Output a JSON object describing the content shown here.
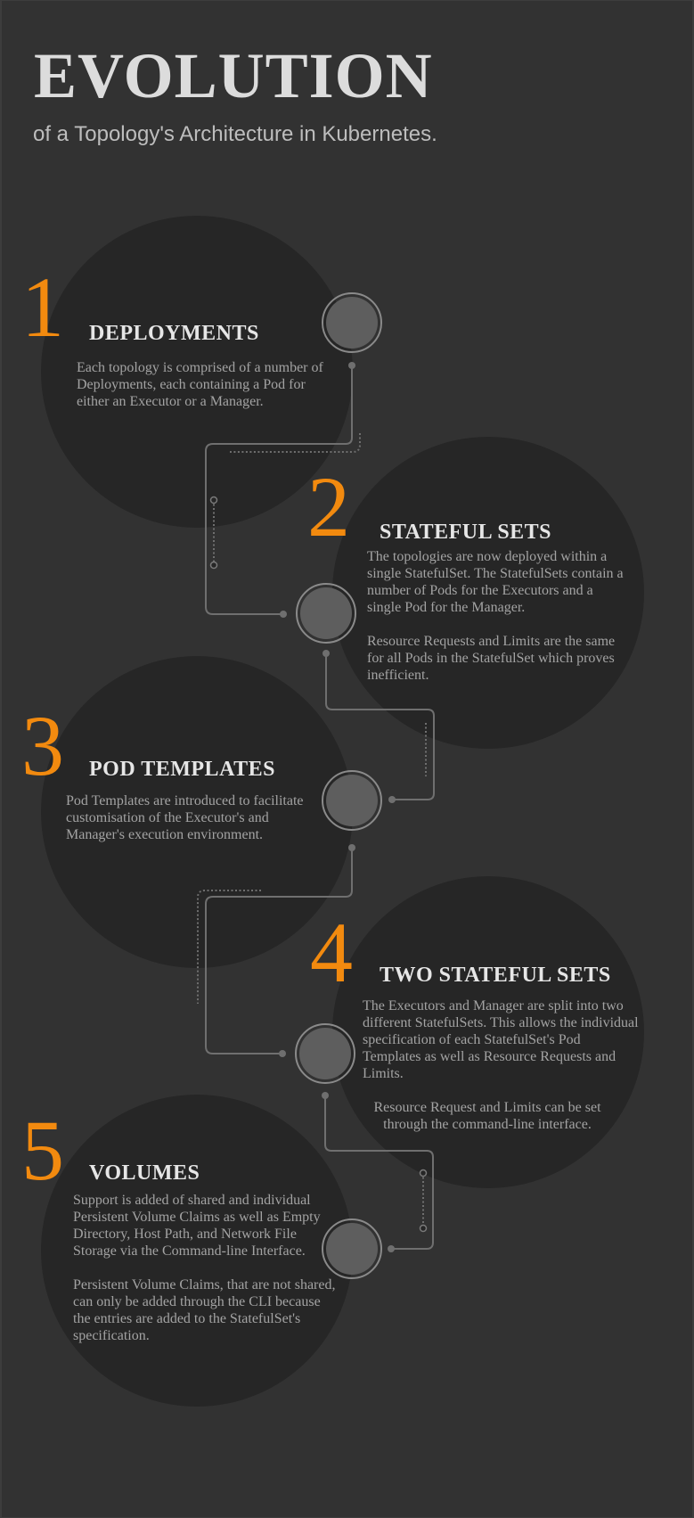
{
  "header": {
    "title": "EVOLUTION",
    "subtitle": "of a Topology's Architecture in Kubernetes."
  },
  "colors": {
    "background": "#323232",
    "circle": "#262626",
    "accent": "#f28a0f",
    "connector": "#6f6f6f",
    "node_fill": "#5e5e5e",
    "node_ring": "#8a8a8a",
    "heading": "#e6e6e6",
    "body_text": "#a3a3a3"
  },
  "steps": [
    {
      "number": "1",
      "heading": "DEPLOYMENTS",
      "paragraphs": [
        "Each topology is comprised of a number of Deployments, each containing a Pod for either an Executor or a Manager."
      ]
    },
    {
      "number": "2",
      "heading": "STATEFUL SETS",
      "paragraphs": [
        "The topologies are now deployed within a single StatefulSet. The StatefulSets contain a number of Pods for the Executors and a single Pod for the Manager.",
        "Resource Requests and Limits are the same for all Pods in the StatefulSet which proves inefficient."
      ]
    },
    {
      "number": "3",
      "heading": "POD TEMPLATES",
      "paragraphs": [
        "Pod Templates are introduced to facilitate customisation of the Executor's and Manager's execution environment."
      ]
    },
    {
      "number": "4",
      "heading": "TWO STATEFUL SETS",
      "paragraphs": [
        "The Executors and Manager are split into two different StatefulSets. This allows the individual specification of each StatefulSet's Pod Templates as well as Resource Requests and Limits.",
        "Resource Request and Limits can be set through the command-line interface."
      ]
    },
    {
      "number": "5",
      "heading": "VOLUMES",
      "paragraphs": [
        "Support is added of shared and individual Persistent Volume Claims as well as Empty Directory, Host Path, and Network File Storage via the Command-line Interface.",
        "Persistent Volume Claims, that are not shared, can only be added through the CLI because the entries are added to the StatefulSet's specification."
      ]
    }
  ]
}
